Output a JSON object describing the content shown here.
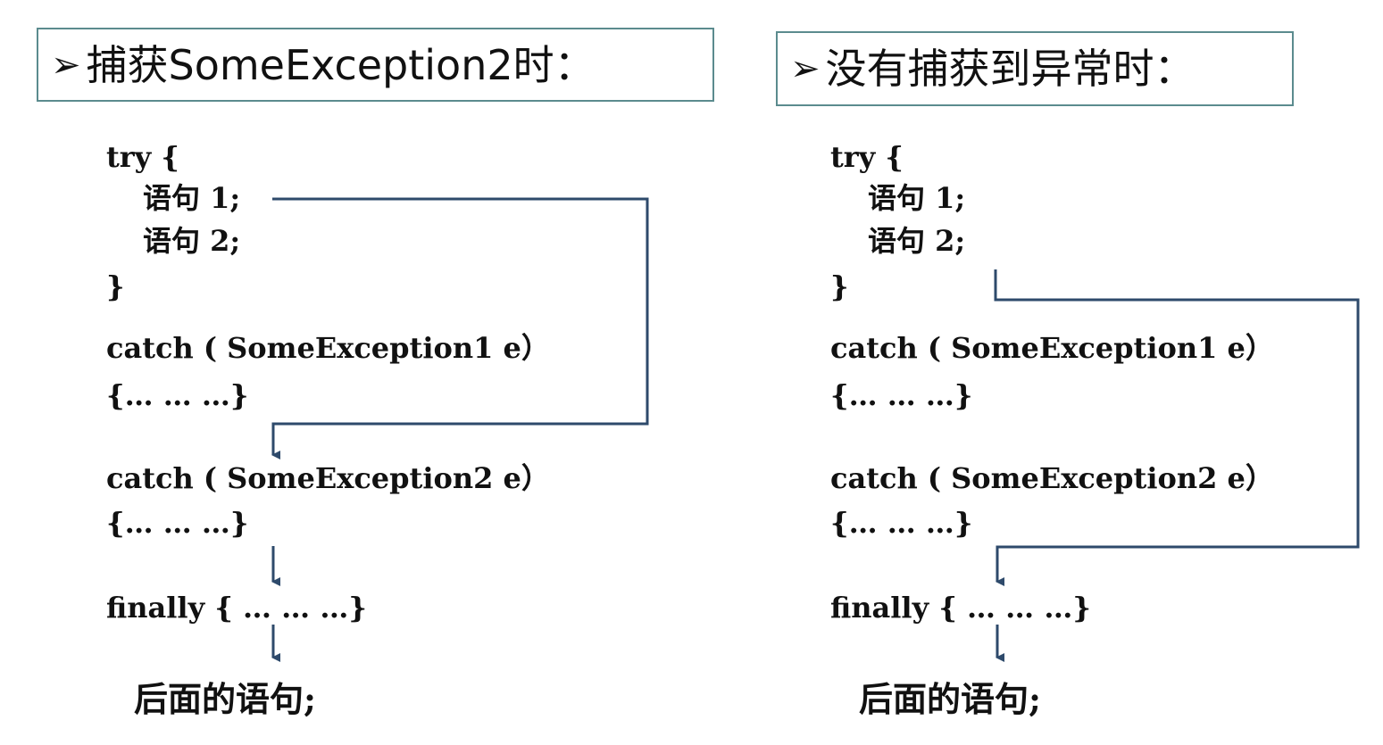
{
  "left_panel": {
    "title_bullet": "➢",
    "title_text": "捕获SomeException2时：",
    "code": {
      "try_open": "try {",
      "stmt1": "语句 1;",
      "stmt2": "语句 2;",
      "try_close": "}",
      "catch1": "catch ( SomeException1 e）",
      "catch1_body": "{… … …}",
      "catch2": "catch ( SomeException2 e）",
      "catch2_body": "{… … …}",
      "finally": "finally { … … …}"
    },
    "after": "后面的语句;"
  },
  "right_panel": {
    "title_bullet": "➢",
    "title_text": "没有捕获到异常时：",
    "code": {
      "try_open": "try {",
      "stmt1": "语句 1;",
      "stmt2": "语句 2;",
      "try_close": "}",
      "catch1": "catch ( SomeException1 e）",
      "catch1_body": "{… … …}",
      "catch2": "catch ( SomeException2 e）",
      "catch2_body": "{… … …}",
      "finally": "finally { … … …}"
    },
    "after": "后面的语句;"
  },
  "colors": {
    "arrow": "#2e4a6b",
    "title_border": "#5b8b8e",
    "text": "#111111"
  }
}
